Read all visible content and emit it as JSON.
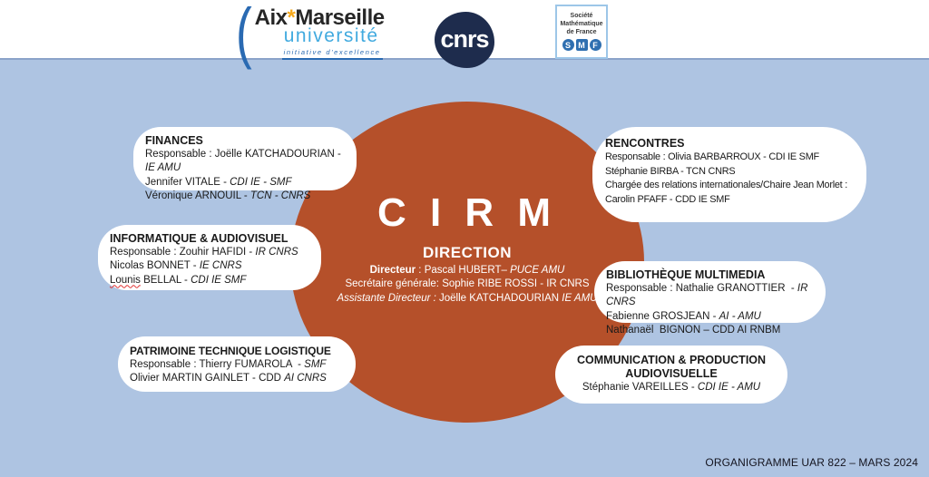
{
  "colors": {
    "background_blue": "#aec4e2",
    "top_band": "#ffffff",
    "circle_orange": "#b5502a",
    "box_white": "#ffffff",
    "divider_blue": "#8ba3c9",
    "cnrs_navy": "#1e2c4d",
    "amu_blue": "#2a6ab2",
    "amu_lightblue": "#41aadf",
    "amu_star_orange": "#f5a81c",
    "smf_blue": "#2f6fb0",
    "spellcheck_red": "#e03131"
  },
  "header": {
    "amu": {
      "paren": "(",
      "word1": "Aix",
      "star": "*",
      "word2": "Marseille",
      "word3": "université",
      "tagline": "initiative d'excellence"
    },
    "cnrs": {
      "label": "cnrs"
    },
    "smf": {
      "name_lines": [
        "Société",
        "Mathématique",
        "de France"
      ],
      "letters": {
        "s": "S",
        "m": "M",
        "f": "F"
      }
    }
  },
  "center": {
    "title": "C I R M",
    "subtitle": "DIRECTION",
    "lines": [
      [
        {
          "t": "Directeur",
          "s": "b"
        },
        {
          "t": " : Pascal HUBERT– ",
          "s": ""
        },
        {
          "t": "PUCE AMU",
          "s": "i"
        }
      ],
      [
        {
          "t": "Secrétaire générale: Sophie RIBE ROSSI - IR CNRS",
          "s": ""
        }
      ],
      [
        {
          "t": "Assistante Directeur : ",
          "s": "i"
        },
        {
          "t": "Joëlle KATCHADOURIAN ",
          "s": ""
        },
        {
          "t": "IE AMU",
          "s": "i"
        }
      ]
    ]
  },
  "boxes": [
    {
      "key": "finances",
      "title": "FINANCES",
      "lines": [
        [
          {
            "t": "Responsable : Joëlle KATCHADOURIAN - ",
            "s": ""
          },
          {
            "t": "IE AMU",
            "s": "i"
          }
        ],
        [
          {
            "t": "Jennifer VITALE - ",
            "s": ""
          },
          {
            "t": "CDI IE - SMF",
            "s": "i"
          }
        ],
        [
          {
            "t": "Véronique ARNOUIL - ",
            "s": ""
          },
          {
            "t": "TCN - CNRS",
            "s": "i"
          }
        ]
      ]
    },
    {
      "key": "informatique",
      "title": "INFORMATIQUE & AUDIOVISUEL",
      "lines": [
        [
          {
            "t": "Responsable : Zouhir HAFIDI - ",
            "s": ""
          },
          {
            "t": "IR CNRS",
            "s": "i"
          }
        ],
        [
          {
            "t": "Nicolas BONNET - ",
            "s": ""
          },
          {
            "t": "IE CNRS",
            "s": "i"
          }
        ],
        [
          {
            "t": "Lounis",
            "s": "w"
          },
          {
            "t": " BELLAL - ",
            "s": ""
          },
          {
            "t": "CDI IE SMF",
            "s": "i"
          }
        ]
      ]
    },
    {
      "key": "patrimoine",
      "title": "PATRIMOINE TECHNIQUE LOGISTIQUE",
      "lines": [
        [
          {
            "t": "Responsable : Thierry FUMAROLA  - ",
            "s": ""
          },
          {
            "t": "SMF",
            "s": "i"
          }
        ],
        [
          {
            "t": "Olivier MARTIN GAINLET - CDD ",
            "s": ""
          },
          {
            "t": "AI CNRS",
            "s": "i"
          }
        ]
      ]
    },
    {
      "key": "rencontres",
      "title": "RENCONTRES",
      "lines": [
        [
          {
            "t": "Responsable : Olivia BARBARROUX - CDI IE SMF",
            "s": ""
          }
        ],
        [
          {
            "t": "Stéphanie BIRBA - TCN CNRS",
            "s": ""
          }
        ],
        [
          {
            "t": "Chargée des relations internationales/Chaire Jean Morlet :",
            "s": ""
          }
        ],
        [
          {
            "t": "Carolin PFAFF - CDD IE SMF",
            "s": ""
          }
        ]
      ]
    },
    {
      "key": "bibliotheque",
      "title": "BIBLIOTHÈQUE MULTIMEDIA",
      "lines": [
        [
          {
            "t": "Responsable : Nathalie GRANOTTIER  - ",
            "s": ""
          },
          {
            "t": "IR CNRS",
            "s": "i"
          }
        ],
        [
          {
            "t": "Fabienne GROSJEAN - ",
            "s": ""
          },
          {
            "t": "AI - AMU",
            "s": "i"
          }
        ],
        [
          {
            "t": "Nathanaël  BIGNON – CDD AI RNBM",
            "s": ""
          }
        ]
      ]
    },
    {
      "key": "communication",
      "title": "COMMUNICATION & PRODUCTION AUDIOVISUELLE",
      "lines": [
        [
          {
            "t": "Stéphanie VAREILLES - ",
            "s": ""
          },
          {
            "t": "CDI IE - AMU",
            "s": "i"
          }
        ]
      ]
    }
  ],
  "footer": {
    "label": "ORGANIGRAMME UAR 822 – MARS 2024"
  }
}
